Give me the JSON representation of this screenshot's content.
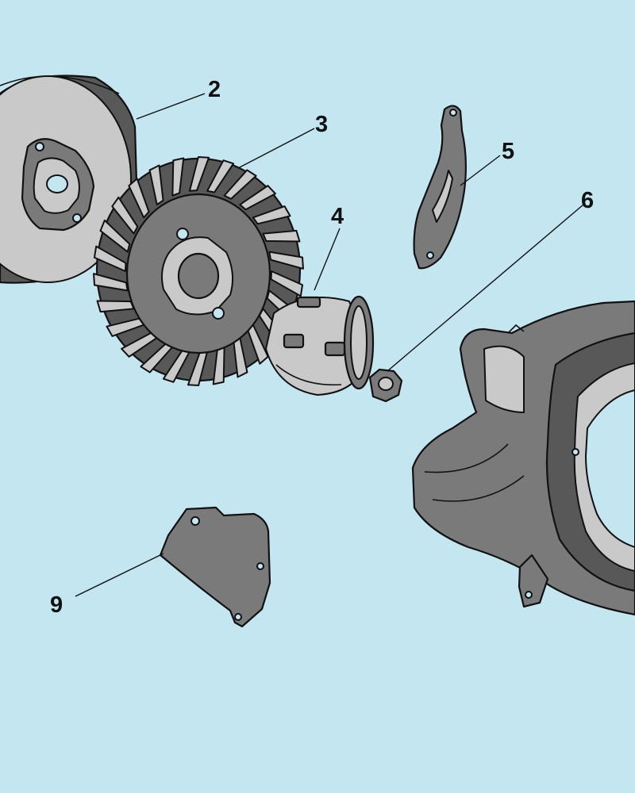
{
  "diagram": {
    "callouts": [
      {
        "id": "2",
        "label": "2"
      },
      {
        "id": "3",
        "label": "3"
      },
      {
        "id": "4",
        "label": "4"
      },
      {
        "id": "5",
        "label": "5"
      },
      {
        "id": "6",
        "label": "6"
      },
      {
        "id": "9",
        "label": "9"
      }
    ],
    "parts": [
      {
        "callout": "2",
        "name": "flywheel-plate"
      },
      {
        "callout": "3",
        "name": "cooling-fan"
      },
      {
        "callout": "4",
        "name": "starter-cup"
      },
      {
        "callout": "5",
        "name": "curved-bracket"
      },
      {
        "callout": "6",
        "name": "flange-nut"
      },
      {
        "callout": "9",
        "name": "mounting-plate"
      },
      {
        "callout": "",
        "name": "fan-housing"
      }
    ],
    "colors": {
      "background": "#c3e6f1",
      "part_fill": "#7a7a7a",
      "outline": "#111111"
    }
  }
}
